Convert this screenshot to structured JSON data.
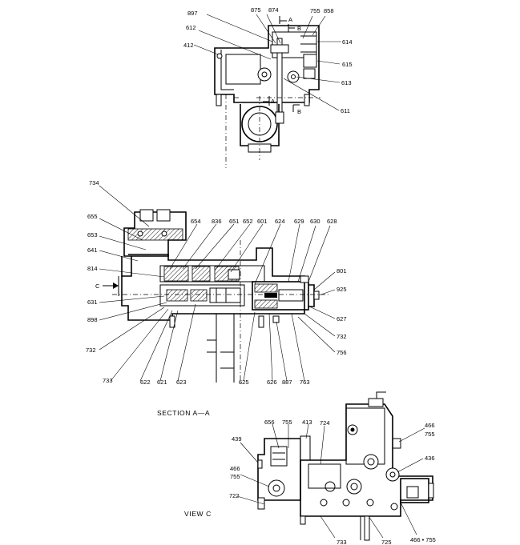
{
  "views": {
    "top": {
      "callouts": [
        "897",
        "875",
        "874",
        "755",
        "858",
        "612",
        "412",
        "614",
        "615",
        "613",
        "611"
      ],
      "section_marks": [
        "A",
        "B",
        "A",
        "B"
      ]
    },
    "section_aa": {
      "title": "SECTION A—A",
      "callouts": [
        "734",
        "655",
        "654",
        "836",
        "651",
        "652",
        "601",
        "624",
        "629",
        "630",
        "628",
        "653",
        "641",
        "814",
        "801",
        "925",
        "631",
        "898",
        "627",
        "732",
        "756",
        "732",
        "733",
        "622",
        "621",
        "623",
        "625",
        "626",
        "887",
        "763"
      ],
      "arrow_label": "C"
    },
    "view_c": {
      "title": "VIEW C",
      "callouts": [
        "656",
        "755",
        "413",
        "724",
        "439",
        "466",
        "755",
        "722",
        "466",
        "755",
        "436",
        "733",
        "725",
        "466 • 755"
      ]
    }
  }
}
